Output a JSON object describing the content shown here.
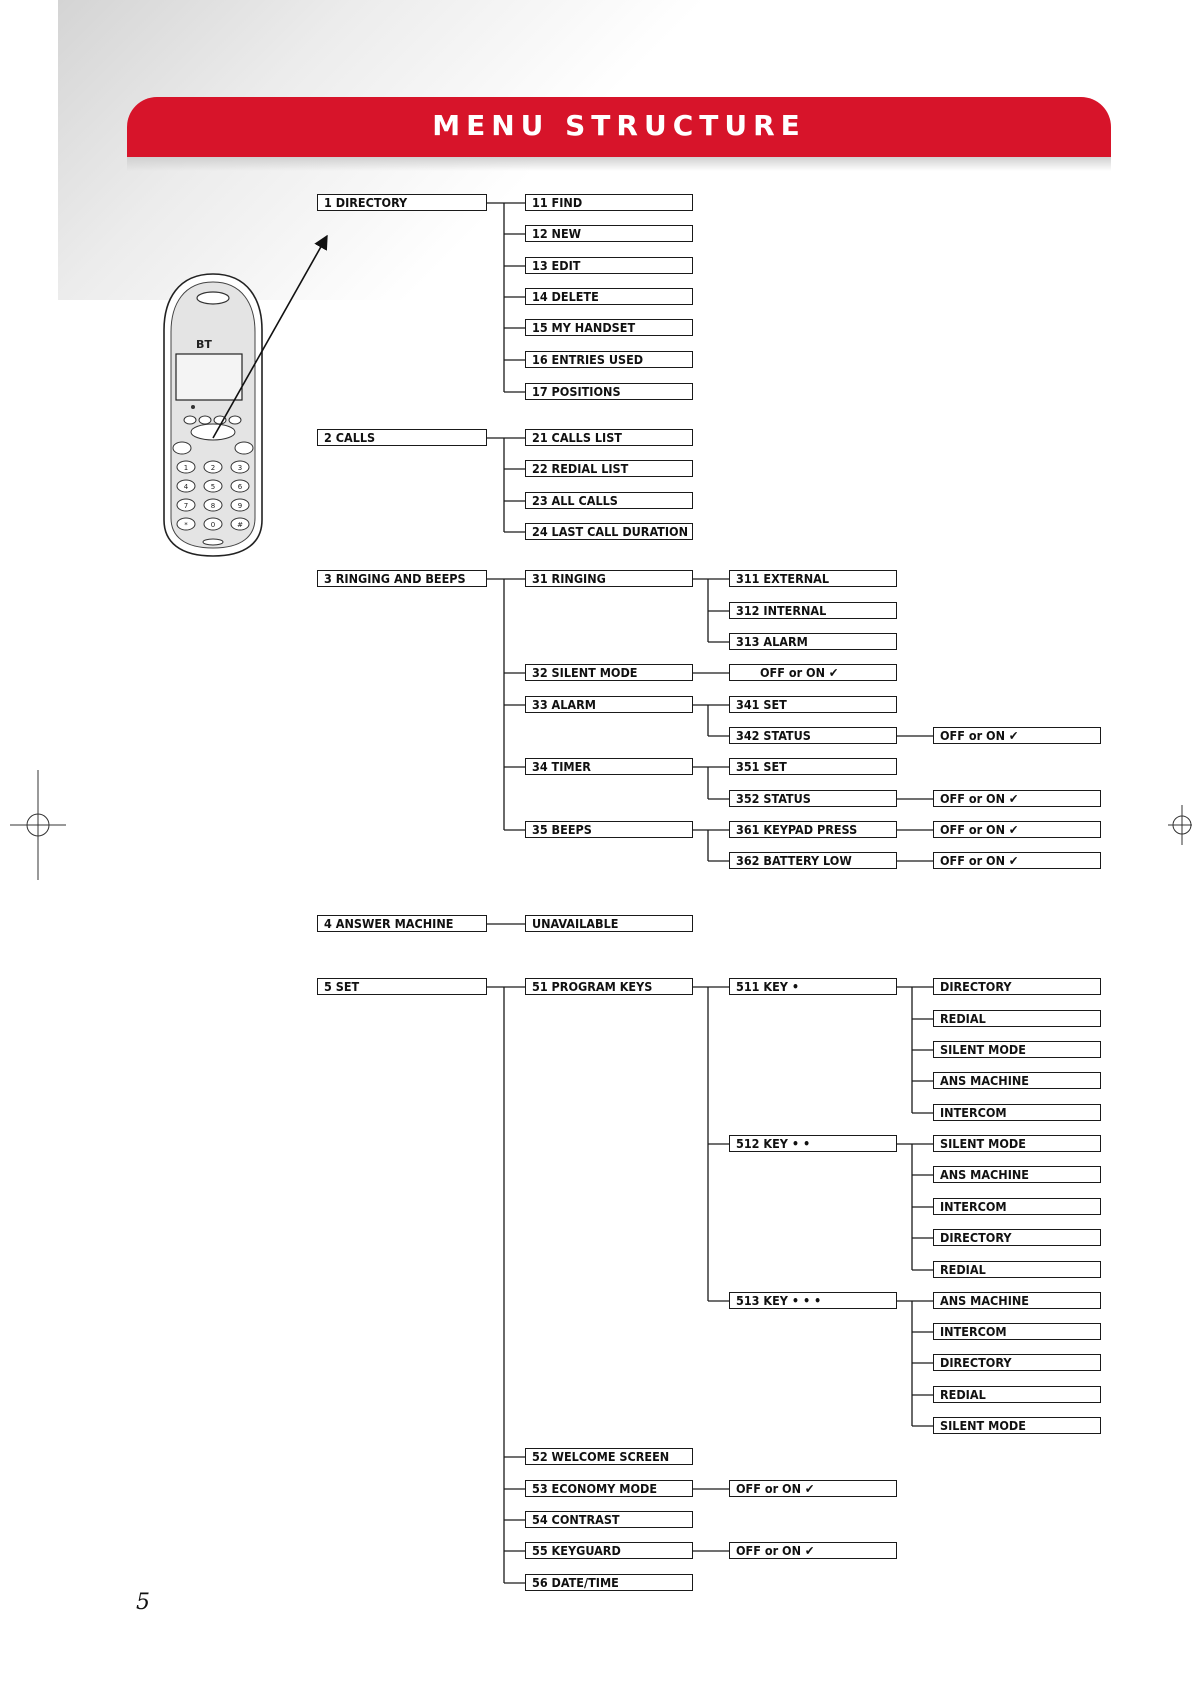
{
  "header": {
    "title": "MENU STRUCTURE"
  },
  "page_number": "5",
  "phone": {
    "brand": "BT"
  },
  "menu": {
    "m1": "1 DIRECTORY",
    "m11": "11 FIND",
    "m12": "12 NEW",
    "m13": "13 EDIT",
    "m14": "14 DELETE",
    "m15": "15 MY HANDSET",
    "m16": "16 ENTRIES USED",
    "m17": "17 POSITIONS",
    "m2": "2 CALLS",
    "m21": "21 CALLS LIST",
    "m22": "22 REDIAL LIST",
    "m23": "23 ALL CALLS",
    "m24": "24 LAST CALL DURATION",
    "m3": "3 RINGING AND BEEPS",
    "m31": "31 RINGING",
    "m311": "311 EXTERNAL",
    "m312": "312 INTERNAL",
    "m313": "313 ALARM",
    "m32": "32 SILENT MODE",
    "m32v": "OFF or ON ✔",
    "m33": "33 ALARM",
    "m341": "341 SET",
    "m342": "342 STATUS",
    "m342v": "OFF or ON ✔",
    "m34": "34 TIMER",
    "m351": "351 SET",
    "m352": "352 STATUS",
    "m352v": "OFF or ON ✔",
    "m35": "35 BEEPS",
    "m361": "361 KEYPAD PRESS",
    "m361v": "OFF or ON ✔",
    "m362": "362 BATTERY LOW",
    "m362v": "OFF or ON ✔",
    "m4": "4 ANSWER MACHINE",
    "m4v": "UNAVAILABLE",
    "m5": "5 SET",
    "m51": "51 PROGRAM KEYS",
    "m511": "511 KEY •",
    "m511a": "DIRECTORY",
    "m511b": "REDIAL",
    "m511c": "SILENT MODE",
    "m511d": "ANS MACHINE",
    "m511e": "INTERCOM",
    "m512": "512 KEY • •",
    "m512a": "SILENT MODE",
    "m512b": "ANS MACHINE",
    "m512c": "INTERCOM",
    "m512d": "DIRECTORY",
    "m512e": "REDIAL",
    "m513": "513 KEY • • •",
    "m513a": "ANS MACHINE",
    "m513b": "INTERCOM",
    "m513c": "DIRECTORY",
    "m513d": "REDIAL",
    "m513e": "SILENT MODE",
    "m52": "52 WELCOME SCREEN",
    "m53": "53 ECONOMY MODE",
    "m53v": "OFF or ON ✔",
    "m54": "54 CONTRAST",
    "m55": "55 KEYGUARD",
    "m55v": "OFF or ON ✔",
    "m56": "56 DATE/TIME"
  },
  "colors": {
    "banner": "#d7142a",
    "lines": "#1a1a1a"
  }
}
